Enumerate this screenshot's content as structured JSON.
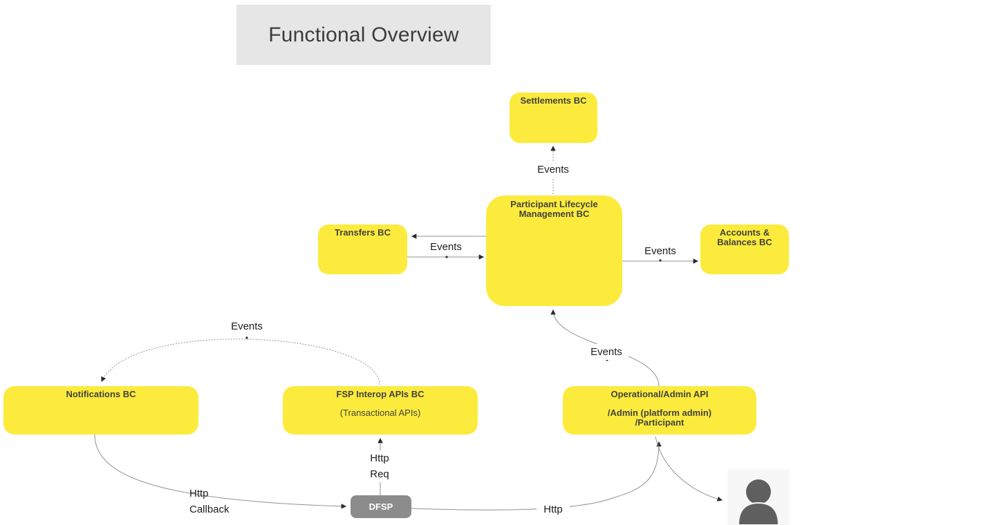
{
  "title": "Functional Overview",
  "nodes": {
    "settlements": {
      "label": "Settlements BC"
    },
    "plm": {
      "label": "Participant Lifecycle\nManagement BC"
    },
    "transfers": {
      "label": "Transfers BC"
    },
    "accounts": {
      "label": "Accounts &\nBalances BC"
    },
    "notifications": {
      "label": "Notifications BC"
    },
    "fsp": {
      "label": "FSP Interop APIs BC",
      "sublabel": "(Transactional APIs)"
    },
    "ops": {
      "label": "Operational/Admin API",
      "sublabel": "/Admin (platform admin)\n/Participant"
    },
    "dfsp": {
      "label": "DFSP"
    }
  },
  "edge_labels": {
    "events_settlements": "Events",
    "events_transfers": "Events",
    "events_accounts": "Events",
    "events_ops": "Events",
    "events_notifications": "Events",
    "http_req": "Http\nReq",
    "http_callback": "Http\nCallback",
    "http": "Http"
  },
  "icons": {
    "user": "user-icon"
  },
  "colors": {
    "node_yellow": "#FCEB3C",
    "node_gray": "#8C8C8C",
    "title_bg": "#E6E6E6",
    "line": "#909090",
    "arrow": "#2B2B2B",
    "node_text": "#424242",
    "label_text": "#1C1C1C",
    "person": "#5F5F5F",
    "person_bg": "#F7F7F7"
  }
}
